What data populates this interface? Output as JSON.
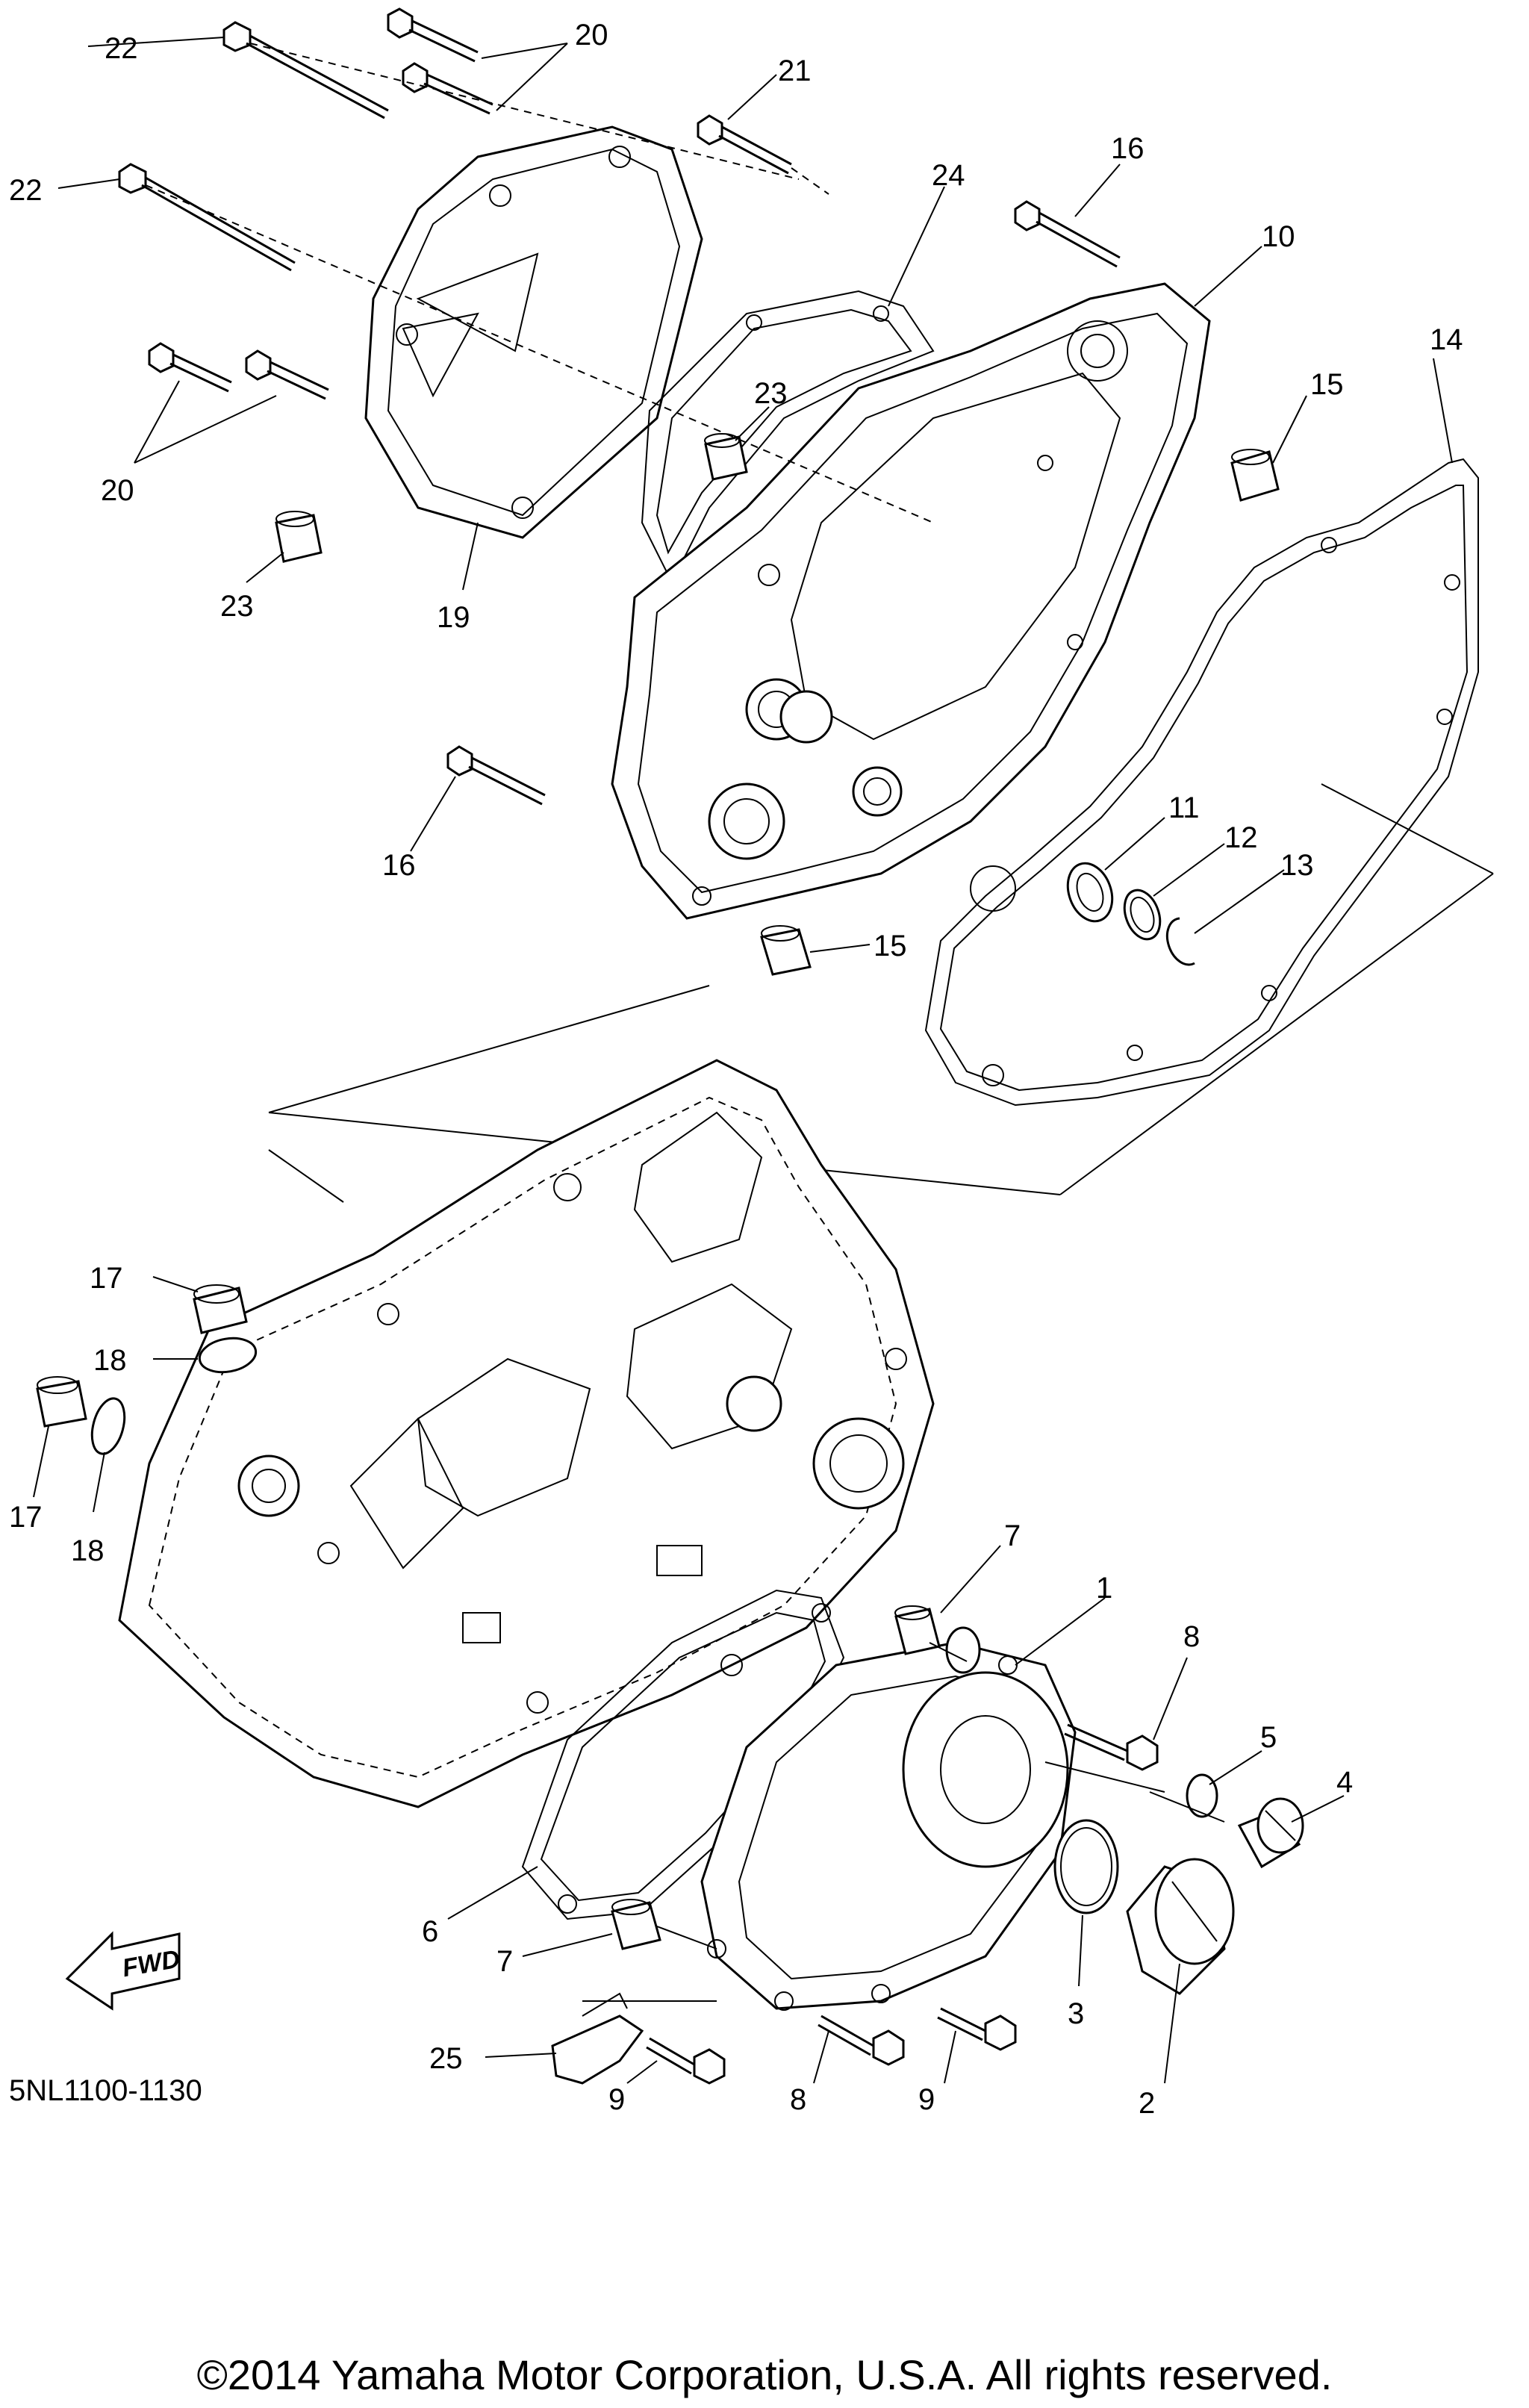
{
  "diagram_code": "5NL1100-1130",
  "copyright": "©2014 Yamaha Motor Corporation, U.S.A. All rights reserved.",
  "fwd_label": "FWD",
  "callouts": {
    "c22a": "22",
    "c22b": "22",
    "c20a": "20",
    "c20b": "20",
    "c21": "21",
    "c24": "24",
    "c16a": "16",
    "c10": "10",
    "c23a": "23",
    "c23b": "23",
    "c19": "19",
    "c14": "14",
    "c15a": "15",
    "c16b": "16",
    "c11": "11",
    "c12": "12",
    "c13": "13",
    "c15b": "15",
    "c17a": "17",
    "c18a": "18",
    "c17b": "17",
    "c18b": "18",
    "c7a": "7",
    "c1": "1",
    "c8a": "8",
    "c5": "5",
    "c4": "4",
    "c6": "6",
    "c7b": "7",
    "c3": "3",
    "c25": "25",
    "c9a": "9",
    "c8b": "8",
    "c9b": "9",
    "c2": "2"
  }
}
